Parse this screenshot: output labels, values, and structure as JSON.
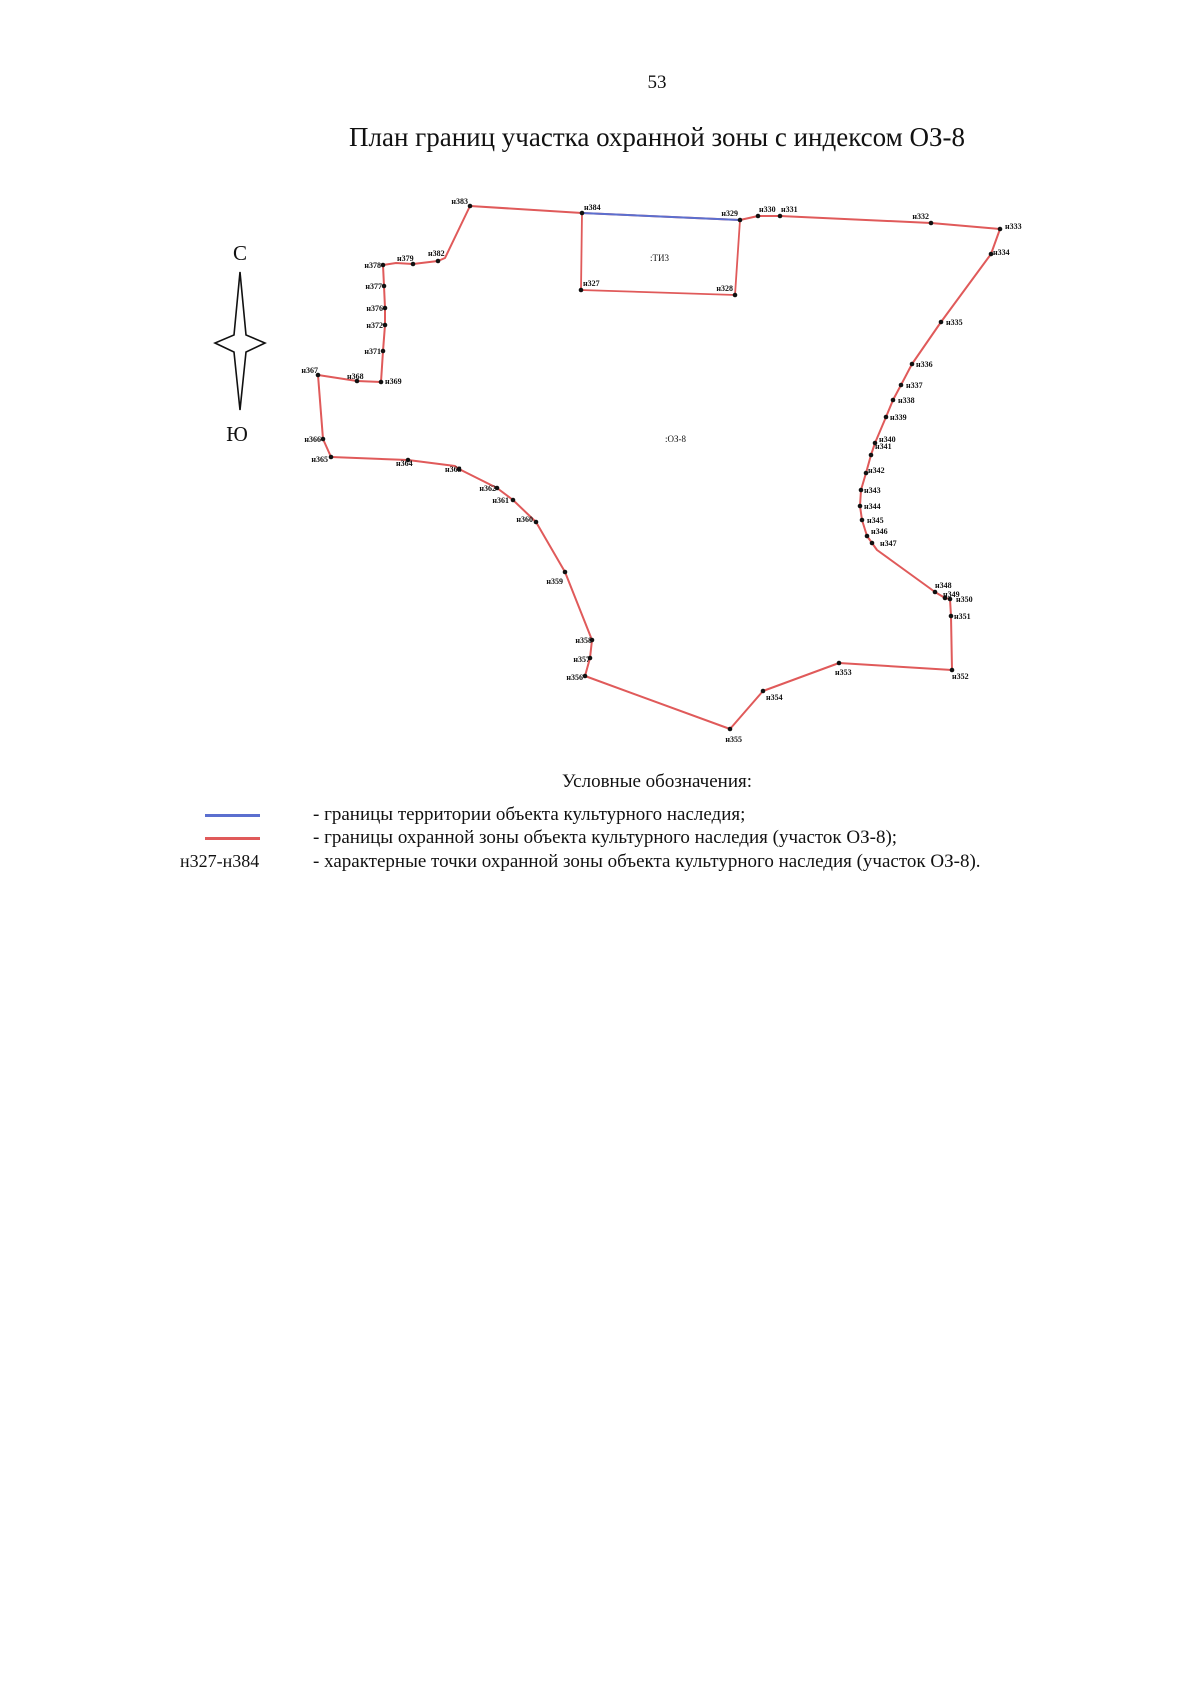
{
  "page_number": "53",
  "title": "План границ участка охранной зоны с индексом ОЗ-8",
  "compass": {
    "north": "С",
    "south": "Ю"
  },
  "zone_label": ":ОЗ-8",
  "territory_label": ":ТИ3",
  "colors": {
    "territory_line": "#5b6fcf",
    "zone_line": "#e05a5a",
    "point": "#111111"
  },
  "points": [
    {
      "id": "н327",
      "label": "н327"
    },
    {
      "id": "н328",
      "label": "н328"
    },
    {
      "id": "н329",
      "label": "н329"
    },
    {
      "id": "н330",
      "label": "н330"
    },
    {
      "id": "н331",
      "label": "н331"
    },
    {
      "id": "н332",
      "label": "н332"
    },
    {
      "id": "н333",
      "label": "н333"
    },
    {
      "id": "н334",
      "label": "н334"
    },
    {
      "id": "н335",
      "label": "н335"
    },
    {
      "id": "н336",
      "label": "н336"
    },
    {
      "id": "н337",
      "label": "н337"
    },
    {
      "id": "н338",
      "label": "н338"
    },
    {
      "id": "н339",
      "label": "н339"
    },
    {
      "id": "н340",
      "label": "н340"
    },
    {
      "id": "н341",
      "label": "н341"
    },
    {
      "id": "н342",
      "label": "н342"
    },
    {
      "id": "н343",
      "label": "н343"
    },
    {
      "id": "н344",
      "label": "н344"
    },
    {
      "id": "н345",
      "label": "н345"
    },
    {
      "id": "н346",
      "label": "н346"
    },
    {
      "id": "н347",
      "label": "н347"
    },
    {
      "id": "н348",
      "label": "н348"
    },
    {
      "id": "н349",
      "label": "н349"
    },
    {
      "id": "н350",
      "label": "н350"
    },
    {
      "id": "н351",
      "label": "н351"
    },
    {
      "id": "н352",
      "label": "н352"
    },
    {
      "id": "н353",
      "label": "н353"
    },
    {
      "id": "н354",
      "label": "н354"
    },
    {
      "id": "н355",
      "label": "н355"
    },
    {
      "id": "н356",
      "label": "н356"
    },
    {
      "id": "н357",
      "label": "н357"
    },
    {
      "id": "н358",
      "label": "н358"
    },
    {
      "id": "н359",
      "label": "н359"
    },
    {
      "id": "н360",
      "label": "н360"
    },
    {
      "id": "н361",
      "label": "н361"
    },
    {
      "id": "н362",
      "label": "н362"
    },
    {
      "id": "н363",
      "label": "н363"
    },
    {
      "id": "н364",
      "label": "н364"
    },
    {
      "id": "н365",
      "label": "н365"
    },
    {
      "id": "н366",
      "label": "н366"
    },
    {
      "id": "н367",
      "label": "н367"
    },
    {
      "id": "н368",
      "label": "н368"
    },
    {
      "id": "н369",
      "label": "н369"
    },
    {
      "id": "н371",
      "label": "н371"
    },
    {
      "id": "н372",
      "label": "н372"
    },
    {
      "id": "н376",
      "label": "н376"
    },
    {
      "id": "н377",
      "label": "н377"
    },
    {
      "id": "н378",
      "label": "н378"
    },
    {
      "id": "н379",
      "label": "н379"
    },
    {
      "id": "н382",
      "label": "н382"
    },
    {
      "id": "н383",
      "label": "н383"
    },
    {
      "id": "н384",
      "label": "н384"
    }
  ],
  "legend": {
    "title": "Условные обозначения:",
    "items": [
      {
        "symbol": "blue-line",
        "text": "- границы территории объекта культурного наследия;"
      },
      {
        "symbol": "red-line",
        "text": "- границы охранной зоны объекта культурного наследия (участок ОЗ-8);"
      },
      {
        "symbol": "code",
        "code": "н327-н384",
        "text": "- характерные точки охранной зоны объекта культурного наследия (участок ОЗ-8)."
      }
    ]
  }
}
